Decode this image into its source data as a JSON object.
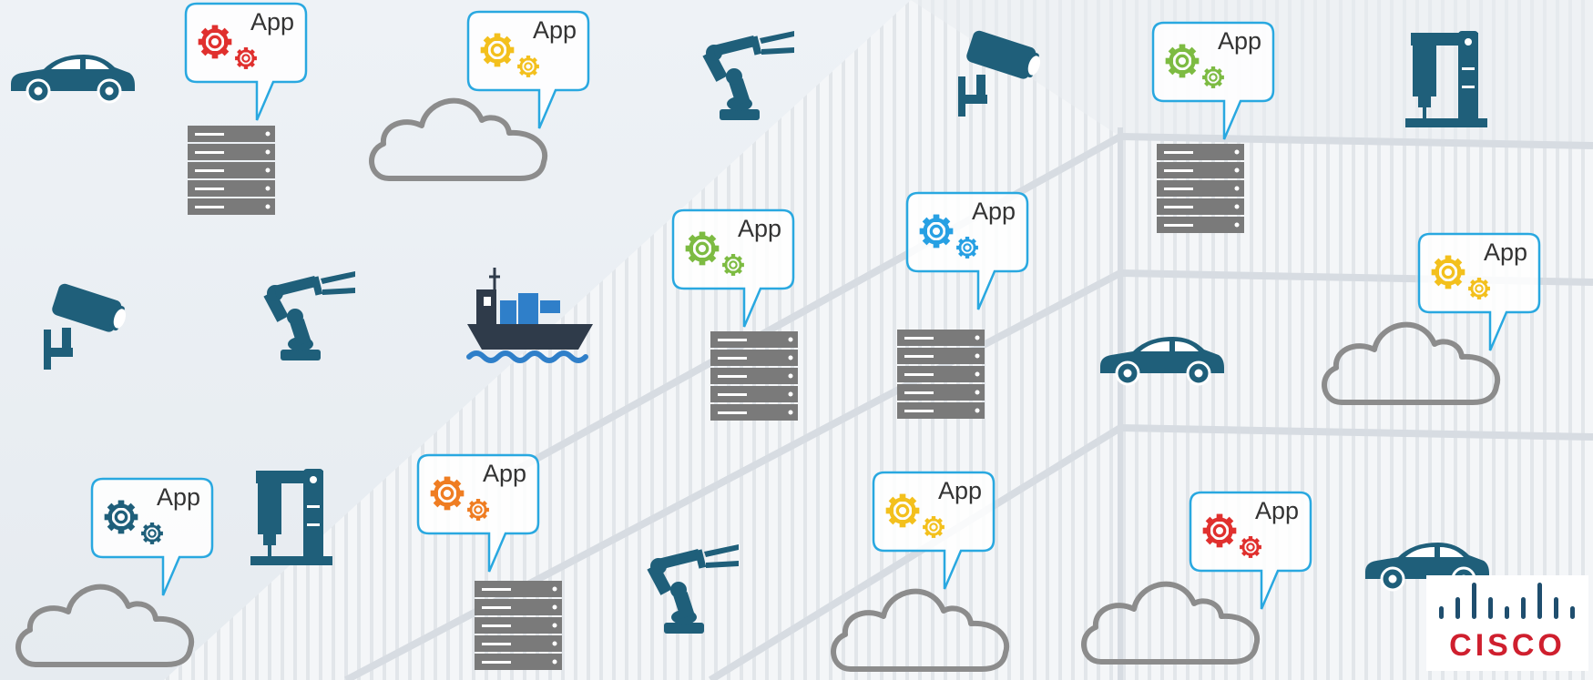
{
  "app_label": "App",
  "brand": {
    "name": "cisco",
    "wordmark_text": "CISCO",
    "mark_color": "#1f4e6e",
    "text_color": "#cf1f2e"
  },
  "colors": {
    "icon": "#1f5f7a",
    "server": "#7a7a7a",
    "cloud": "#8c8c8c",
    "bubble_border": "#29a8e0",
    "ship_hull": "#2f3b4a",
    "ship_container": "#2f7fc9",
    "water": "#2f7fc9"
  },
  "diagram": {
    "app_bubbles": [
      {
        "label": "App",
        "gear_color": "#e0302e"
      },
      {
        "label": "App",
        "gear_color": "#f3c01d"
      },
      {
        "label": "App",
        "gear_color": "#7dbb42"
      },
      {
        "label": "App",
        "gear_color": "#7dbb42"
      },
      {
        "label": "App",
        "gear_color": "#27a0e3"
      },
      {
        "label": "App",
        "gear_color": "#f3c01d"
      },
      {
        "label": "App",
        "gear_color": "#1f5f7a"
      },
      {
        "label": "App",
        "gear_color": "#ef7d22"
      },
      {
        "label": "App",
        "gear_color": "#f3c01d"
      },
      {
        "label": "App",
        "gear_color": "#e0302e"
      }
    ],
    "icons": [
      "car-icon",
      "security-camera-icon",
      "robot-arm-icon",
      "drill-press-icon",
      "cargo-ship-icon",
      "server-icon",
      "cloud-icon",
      "gear-icon"
    ]
  }
}
